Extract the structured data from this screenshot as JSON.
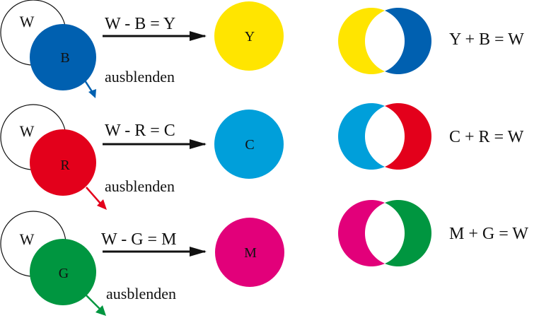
{
  "colors": {
    "white_outline": "#111111",
    "blue": "#0060b0",
    "red": "#e3001b",
    "green": "#009640",
    "yellow": "#ffe500",
    "cyan": "#009fda",
    "magenta": "#e2007a",
    "arrow": "#111111"
  },
  "rows": [
    {
      "white_label": "W",
      "removed_label": "B",
      "removed_color": "#0060b0",
      "fade_text": "ausblenden",
      "equation": "W - B = Y",
      "result_label": "Y",
      "result_color": "#ffe500",
      "pair_left_color": "#ffe500",
      "pair_right_color": "#0060b0",
      "pair_equation": "Y + B = W"
    },
    {
      "white_label": "W",
      "removed_label": "R",
      "removed_color": "#e3001b",
      "fade_text": "ausblenden",
      "equation": "W - R = C",
      "result_label": "C",
      "result_color": "#009fda",
      "pair_left_color": "#009fda",
      "pair_right_color": "#e3001b",
      "pair_equation": "C + R = W"
    },
    {
      "white_label": "W",
      "removed_label": "G",
      "removed_color": "#009640",
      "fade_text": "ausblenden",
      "equation": "W - G = M",
      "result_label": "M",
      "result_color": "#e2007a",
      "pair_left_color": "#e2007a",
      "pair_right_color": "#009640",
      "pair_equation": "M + G = W"
    }
  ]
}
